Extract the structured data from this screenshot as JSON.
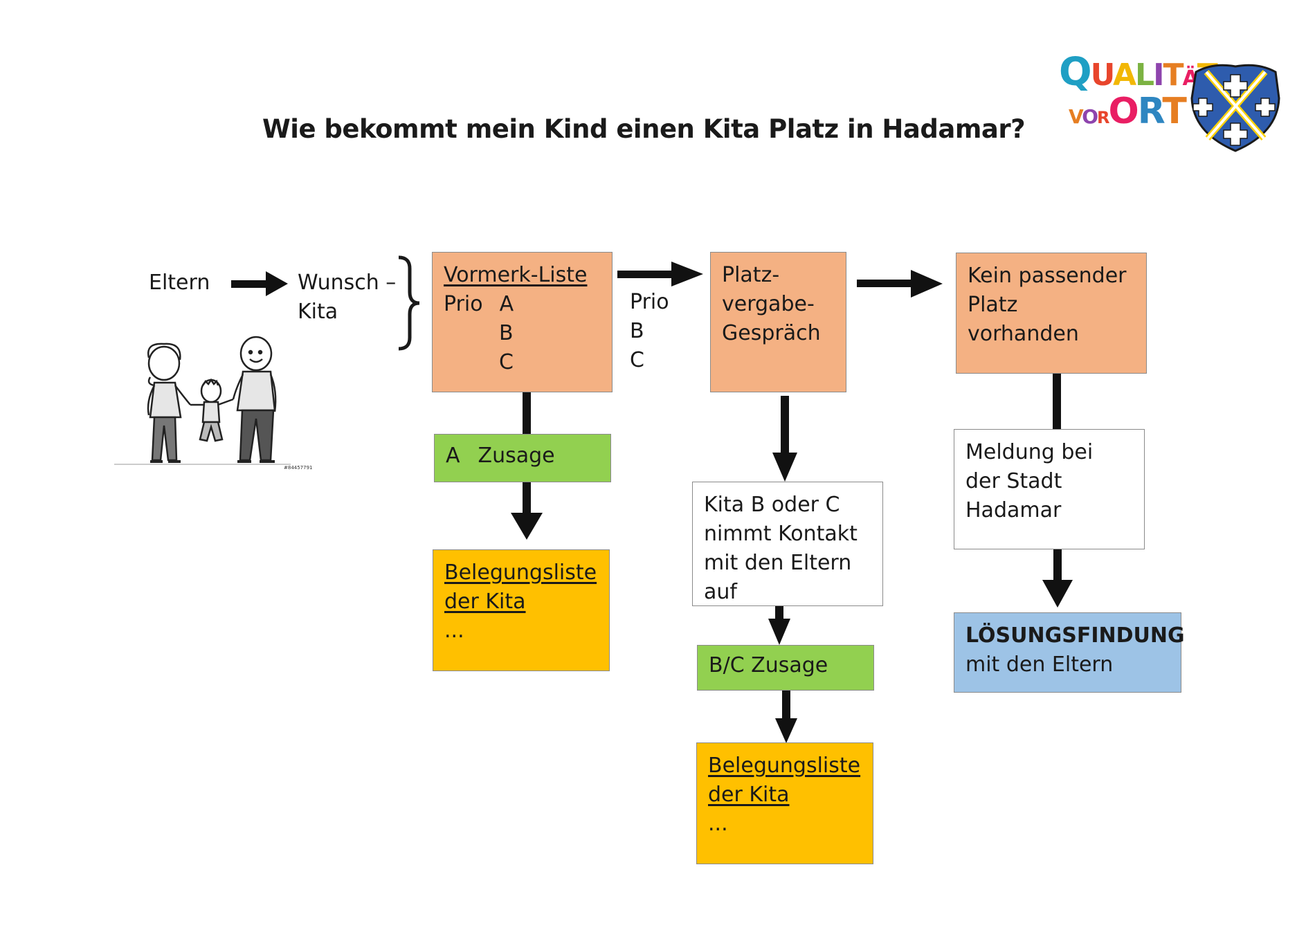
{
  "title": "Wie bekommt mein Kind einen Kita Platz in Hadamar?",
  "logo": {
    "line1": [
      "Q",
      "U",
      "A",
      "L",
      "I",
      "T",
      "Ä",
      "T"
    ],
    "line2": [
      "V",
      "O",
      "R",
      "O",
      "R",
      "T"
    ],
    "colors": [
      "#1f9fc4",
      "#e8452c",
      "#f2b705",
      "#7cb342",
      "#8e44ad",
      "#e67e22",
      "#e91e63",
      "#2e86c1"
    ]
  },
  "coat_of_arms": {
    "fill": "#2e5cad",
    "accent": "#ffd200"
  },
  "start": {
    "parents": "Eltern",
    "wish_line1": "Wunsch –",
    "wish_line2": "Kita"
  },
  "image_caption": "#84457791",
  "vormerk": {
    "heading": "Vormerk-Liste",
    "prio": "Prio",
    "a": "A",
    "b": "B",
    "c": "C"
  },
  "prio_label": {
    "line1": "Prio",
    "line2": "B",
    "line3": "C"
  },
  "zusage_a": {
    "letter": "A",
    "text": "Zusage"
  },
  "belegung1": {
    "line1": "Belegungsliste",
    "line2": "der Kita",
    "line3": "..."
  },
  "platzvergabe": {
    "line1": "Platz-",
    "line2": "vergabe-",
    "line3": "Gespräch"
  },
  "kita_bc": {
    "line1": "Kita B oder C",
    "line2": "nimmt Kontakt",
    "line3": "mit den Eltern",
    "line4": "auf"
  },
  "zusage_bc": "B/C Zusage",
  "belegung2": {
    "line1": "Belegungsliste",
    "line2": "der Kita",
    "line3": "..."
  },
  "kein_platz": {
    "line1": "Kein passender",
    "line2": "Platz",
    "line3": "vorhanden"
  },
  "meldung": {
    "line1": "Meldung bei",
    "line2": "der Stadt",
    "line3": "Hadamar"
  },
  "loesung": {
    "bold": "LÖSUNGSFINDUNG",
    "rest": "mit den Eltern"
  }
}
